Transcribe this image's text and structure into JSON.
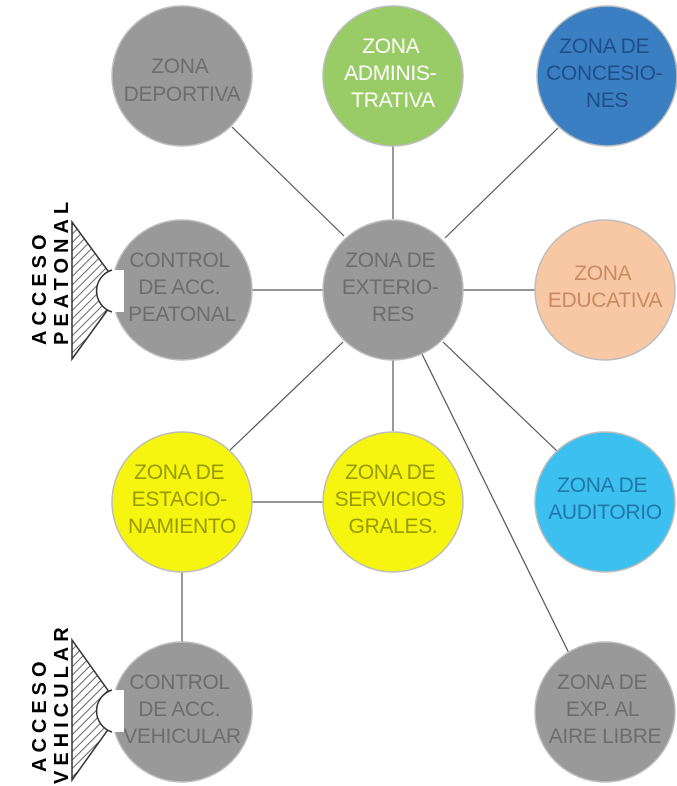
{
  "diagram": {
    "zones": {
      "deportiva": {
        "lines": [
          "ZONA",
          "DEPORTIVA"
        ],
        "fill": "#999999",
        "text_color": "#6d6d6d"
      },
      "administrativa": {
        "lines": [
          "ZONA",
          "ADMINIS-",
          "TRATIVA"
        ],
        "fill": "#99cc66",
        "text_color": "#ffffff"
      },
      "concesiones": {
        "lines": [
          "ZONA DE",
          "CONCESIO-",
          "NES"
        ],
        "fill": "#3a7fc1",
        "text_color": "#1f4f8a"
      },
      "control_peatonal": {
        "lines": [
          "CONTROL",
          "DE ACC.",
          "PEATONAL"
        ],
        "fill": "#999999",
        "text_color": "#6d6d6d"
      },
      "exteriores": {
        "lines": [
          "ZONA DE",
          "EXTERIO-",
          "RES"
        ],
        "fill": "#999999",
        "text_color": "#6d6d6d"
      },
      "educativa": {
        "lines": [
          "ZONA",
          "EDUCATIVA"
        ],
        "fill": "#f8c8a4",
        "text_color": "#c98a62"
      },
      "estacionamiento": {
        "lines": [
          "ZONA DE",
          "ESTACIO-",
          "NAMIENTO"
        ],
        "fill": "#f5f50f",
        "text_color": "#9a9a00"
      },
      "servicios": {
        "lines": [
          "ZONA DE",
          "SERVICIOS",
          "GRALES."
        ],
        "fill": "#f5f50f",
        "text_color": "#9a9a00"
      },
      "auditorio": {
        "lines": [
          "ZONA DE",
          "AUDITORIO"
        ],
        "fill": "#3cc0ef",
        "text_color": "#2277aa"
      },
      "control_vehicular": {
        "lines": [
          "CONTROL",
          "DE ACC.",
          "VEHICULAR"
        ],
        "fill": "#999999",
        "text_color": "#6d6d6d"
      },
      "exp_aire_libre": {
        "lines": [
          "ZONA DE",
          "EXP. AL",
          "AIRE LIBRE"
        ],
        "fill": "#999999",
        "text_color": "#6d6d6d"
      }
    },
    "access": {
      "peatonal": {
        "line1": "ACCESO",
        "line2": "PEATONAL"
      },
      "vehicular": {
        "line1": "ACCESO",
        "line2": "VEHICULAR"
      }
    },
    "colors": {
      "connector": "#555555",
      "circle_stroke": "#bdbdbd"
    }
  }
}
